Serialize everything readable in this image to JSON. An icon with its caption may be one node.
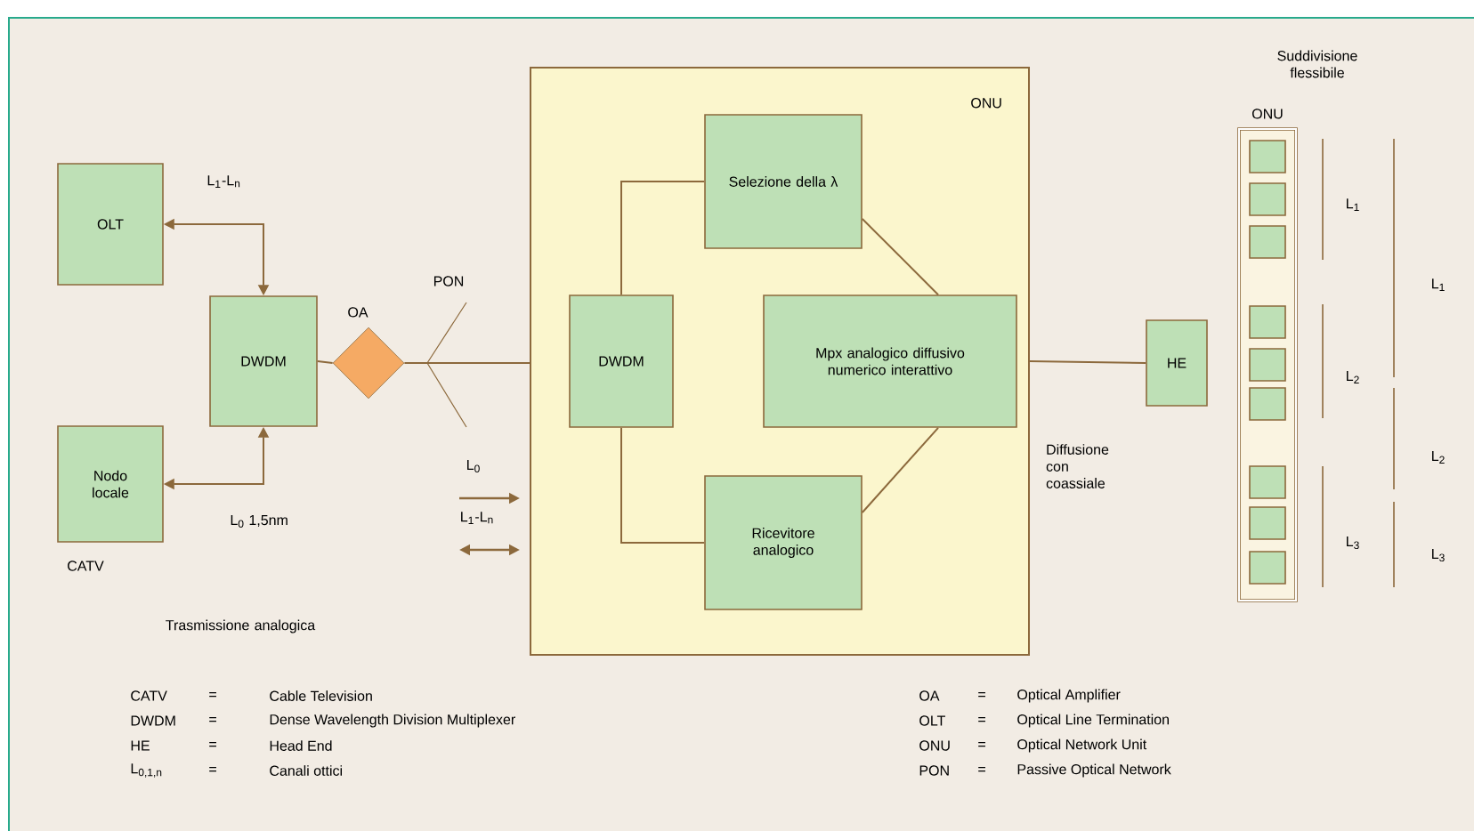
{
  "diagram": {
    "nodes": [
      {
        "text": [
          "OLT"
        ]
      },
      {
        "text": [
          "DWDM"
        ]
      },
      {
        "text": [
          "Nodo locale"
        ],
        "beside": [
          "CATV"
        ]
      },
      {
        "text": [
          "OA"
        ]
      },
      {
        "text": [
          "ONU"
        ]
      },
      {
        "text": [
          "DWDM"
        ],
        "in": 4
      },
      {
        "text": [
          "Selezione della λ"
        ],
        "in": 4
      },
      {
        "text": [
          "Mpx analogico diffusivo numerico interattivo"
        ],
        "in": 4
      },
      {
        "text": [
          "Ricevitore analogico"
        ],
        "in": 4
      },
      {
        "text": [
          "HE"
        ],
        "beside": [
          "Diffusione con coassiale"
        ]
      },
      {
        "text": [
          "ONU"
        ]
      },
      {
        "text": [],
        "shape": "box",
        "in": 10
      },
      {
        "text": [],
        "shape": "box",
        "in": 10
      },
      {
        "text": [],
        "shape": "box",
        "in": 10
      },
      {
        "text": [],
        "shape": "box",
        "in": 10
      },
      {
        "text": [],
        "shape": "box",
        "in": 10
      },
      {
        "text": [],
        "shape": "box",
        "in": 10
      },
      {
        "text": [],
        "shape": "box",
        "in": 10
      },
      {
        "text": [],
        "shape": "box",
        "in": 10
      },
      {
        "text": [],
        "shape": "box",
        "in": 10
      }
    ],
    "edges": [
      {
        "from": 0,
        "to": 1,
        "arrow": "both",
        "label": "L$_{1}$-L$_{n}$"
      },
      {
        "from": 2,
        "to": 1,
        "arrow": "both",
        "label": "L$_{0}$ 1,5nm"
      },
      {
        "from": 1,
        "to": 3,
        "arrow": "none"
      },
      {
        "from": 3,
        "to": 4,
        "arrow": "none"
      },
      {
        "from": 5,
        "to": 6,
        "arrow": "none"
      },
      {
        "from": 5,
        "to": 8,
        "arrow": "none"
      },
      {
        "from": 6,
        "to": 7,
        "arrow": "none"
      },
      {
        "from": 8,
        "to": 7,
        "arrow": "none"
      },
      {
        "from": 4,
        "to": 9,
        "arrow": "none"
      }
    ],
    "labels": [
      "Suddivisione flessibile",
      "PON",
      "L$_{0}$",
      "L$_{1}$-L$_{n}$",
      "Trasmissione analogica",
      "L$_{1}$",
      "L$_{1}$",
      "L$_{2}$",
      "L$_{2}$",
      "L$_{3}$",
      "L$_{3}$",
      "CATV",
      "=",
      "Cable Television",
      "OA",
      "=",
      "Optical Amplifier",
      "DWDM",
      "=",
      "Dense Wavelength Division Multiplexer",
      "OLT",
      "=",
      "Optical Line Termination",
      "HE",
      "=",
      "Head End",
      "ONU",
      "=",
      "Optical Network Unit",
      "L$_{0,1,n}$",
      "=",
      "Canali ottici",
      "PON",
      "=",
      "Passive Optical Network"
    ]
  }
}
